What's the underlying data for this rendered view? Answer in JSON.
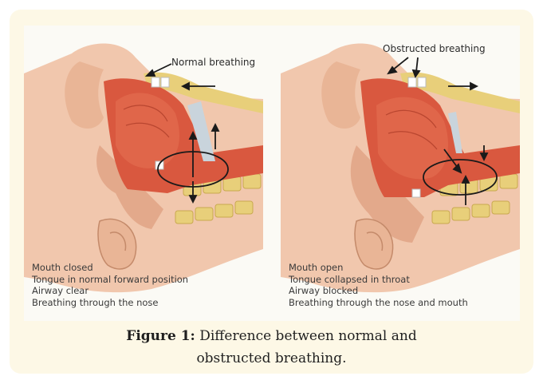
{
  "left_panel": {
    "title": "Normal breathing",
    "notes": [
      "Mouth closed",
      "Tongue in normal forward position",
      "Airway clear",
      "Breathing through the nose"
    ]
  },
  "right_panel": {
    "title": "Obstructed breathing",
    "notes": [
      "Mouth open",
      "Tongue collapsed in throat",
      "Airway blocked",
      "Breathing through the nose and mouth"
    ]
  },
  "caption": {
    "label": "Figure 1:",
    "line1": "Difference between normal and",
    "line2": "obstructed breathing."
  },
  "colors": {
    "card_background": "#fdf8e6",
    "skin": "#f1c7ad",
    "tissue_red": "#d9583f",
    "tongue": "#e0664a",
    "spine": "#e8cf7a",
    "cartilage": "#c9d4dc"
  }
}
